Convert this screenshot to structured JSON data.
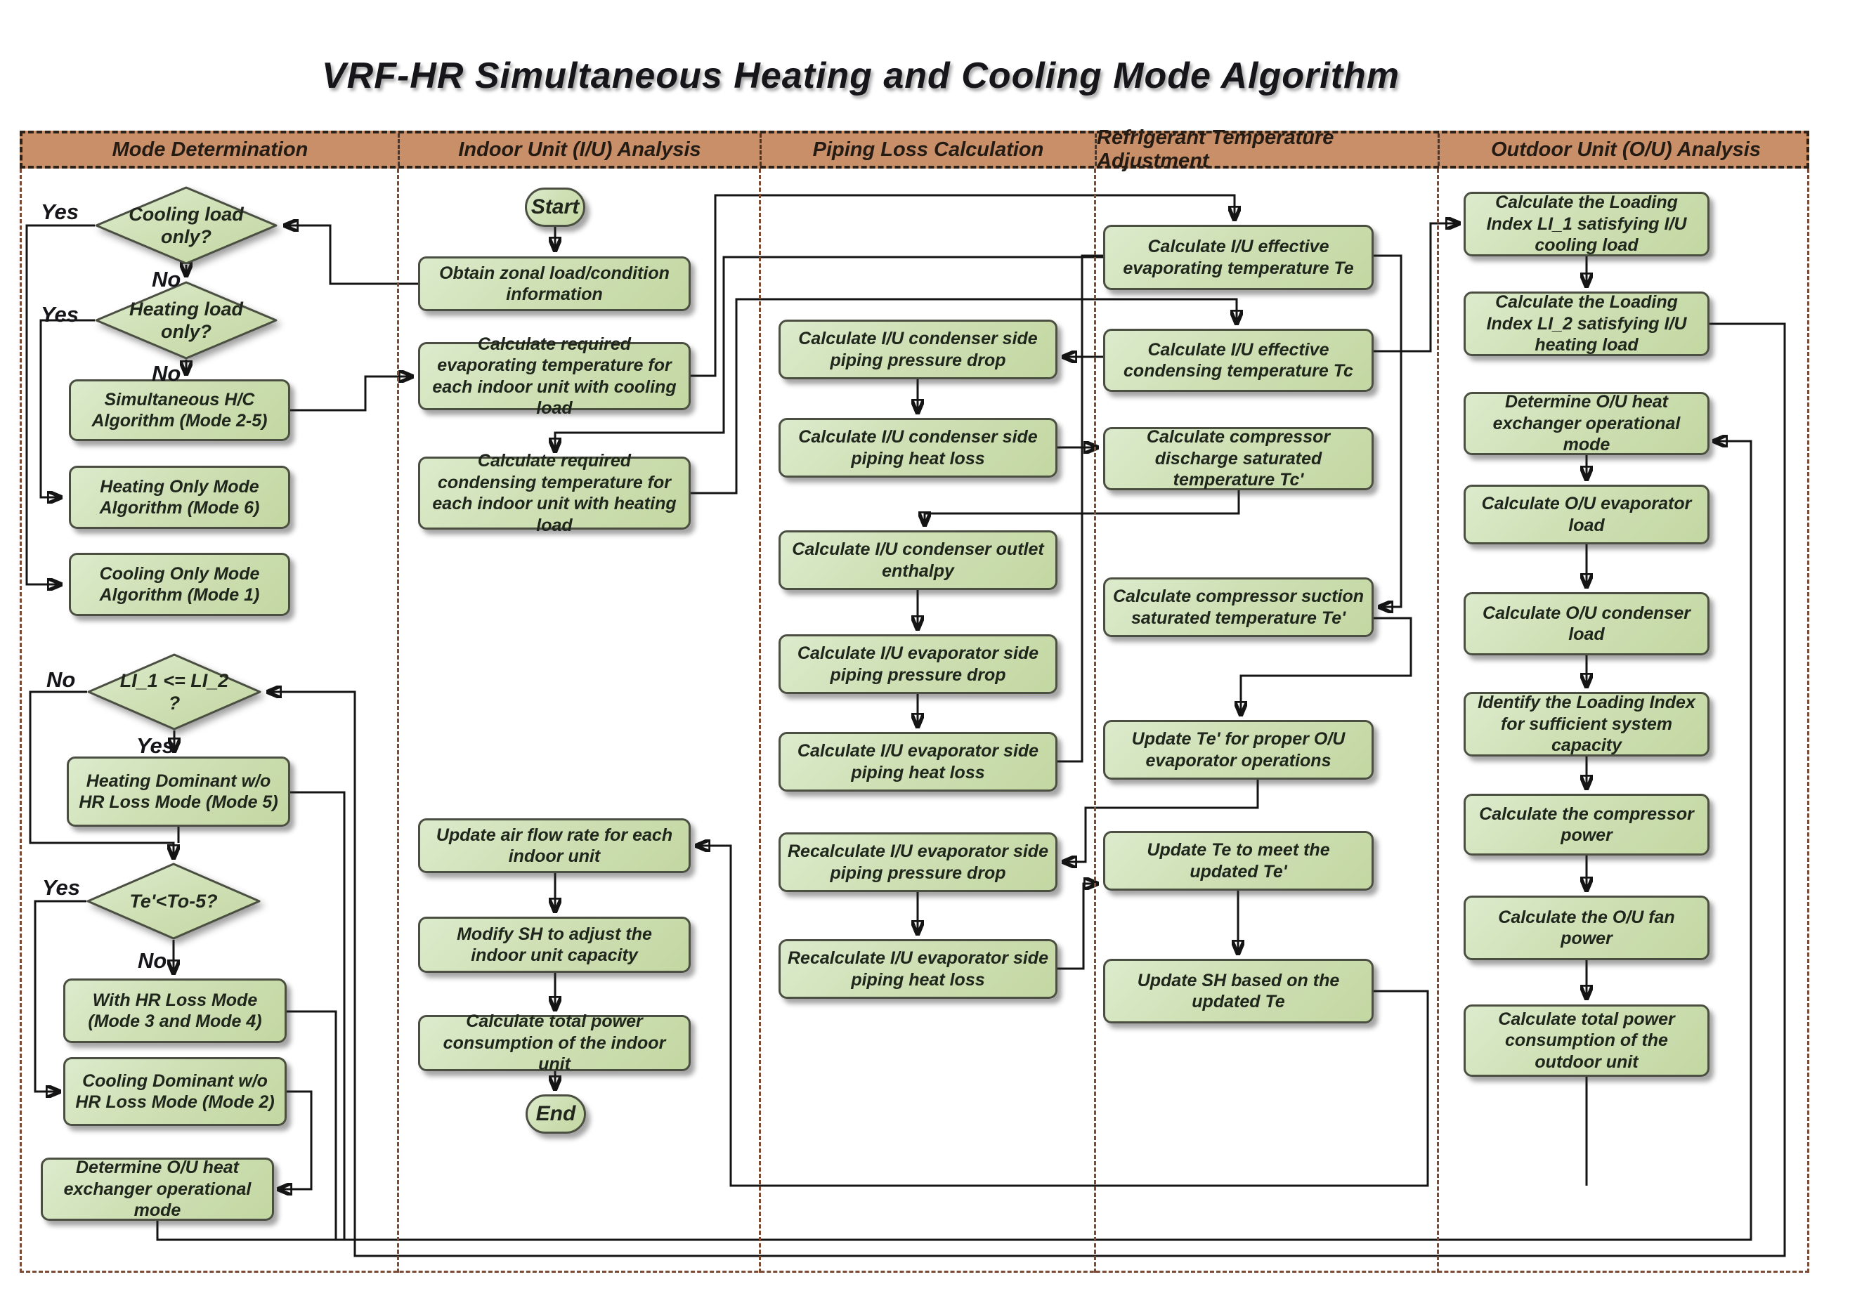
{
  "title": "VRF-HR Simultaneous Heating and Cooling Mode Algorithm",
  "lanes": [
    {
      "label": "Mode Determination"
    },
    {
      "label": "Indoor Unit (I/U) Analysis"
    },
    {
      "label": "Piping Loss Calculation"
    },
    {
      "label": "Refrigerant Temperature Adjustment"
    },
    {
      "label": "Outdoor Unit (O/U) Analysis"
    }
  ],
  "nodes": [
    {
      "id": "cooling-load-only",
      "lane": 1,
      "shape": "diamond",
      "label": "Cooling load only?"
    },
    {
      "id": "heating-load-only",
      "lane": 1,
      "shape": "diamond",
      "label": "Heating load only?"
    },
    {
      "id": "simultaneous-hc",
      "lane": 1,
      "shape": "rect",
      "label": "Simultaneous H/C Algorithm (Mode 2-5)"
    },
    {
      "id": "heating-only-mode",
      "lane": 1,
      "shape": "rect",
      "label": "Heating Only Mode Algorithm (Mode 6)"
    },
    {
      "id": "cooling-only-mode",
      "lane": 1,
      "shape": "rect",
      "label": "Cooling Only Mode Algorithm (Mode 1)"
    },
    {
      "id": "li-compare",
      "lane": 1,
      "shape": "diamond",
      "label": "LI_1 <= LI_2 ?"
    },
    {
      "id": "heating-dominant",
      "lane": 1,
      "shape": "rect",
      "label": "Heating Dominant w/o HR Loss Mode (Mode 5)"
    },
    {
      "id": "te-compare",
      "lane": 1,
      "shape": "diamond",
      "label": "Te'<To-5?"
    },
    {
      "id": "with-hr-loss",
      "lane": 1,
      "shape": "rect",
      "label": "With HR Loss Mode (Mode 3 and Mode 4)"
    },
    {
      "id": "cooling-dominant",
      "lane": 1,
      "shape": "rect",
      "label": "Cooling Dominant w/o HR Loss Mode (Mode 2)"
    },
    {
      "id": "determine-ou-hx-md",
      "lane": 1,
      "shape": "rect",
      "label": "Determine O/U heat exchanger operational mode"
    },
    {
      "id": "start",
      "lane": 2,
      "shape": "pill",
      "label": "Start"
    },
    {
      "id": "obtain-zonal",
      "lane": 2,
      "shape": "rect",
      "label": "Obtain zonal load/condition information"
    },
    {
      "id": "calc-evap-temp",
      "lane": 2,
      "shape": "rect",
      "label": "Calculate required evaporating temperature for each indoor unit with cooling load"
    },
    {
      "id": "calc-cond-temp",
      "lane": 2,
      "shape": "rect",
      "label": "Calculate required condensing temperature for each indoor unit with heating load"
    },
    {
      "id": "update-air-flow",
      "lane": 2,
      "shape": "rect",
      "label": "Update air flow rate for each indoor unit"
    },
    {
      "id": "modify-sh",
      "lane": 2,
      "shape": "rect",
      "label": "Modify SH to adjust the indoor unit capacity"
    },
    {
      "id": "calc-iu-power",
      "lane": 2,
      "shape": "rect",
      "label": "Calculate total power consumption of the indoor unit"
    },
    {
      "id": "end",
      "lane": 2,
      "shape": "pill",
      "label": "End"
    },
    {
      "id": "iu-cond-pressure-drop",
      "lane": 3,
      "shape": "rect",
      "label": "Calculate I/U condenser side piping pressure drop"
    },
    {
      "id": "iu-cond-heat-loss",
      "lane": 3,
      "shape": "rect",
      "label": "Calculate I/U condenser side piping heat loss"
    },
    {
      "id": "iu-cond-outlet-enthalpy",
      "lane": 3,
      "shape": "rect",
      "label": "Calculate I/U condenser outlet enthalpy"
    },
    {
      "id": "iu-evap-pressure-drop",
      "lane": 3,
      "shape": "rect",
      "label": "Calculate I/U evaporator side piping pressure drop"
    },
    {
      "id": "iu-evap-heat-loss",
      "lane": 3,
      "shape": "rect",
      "label": "Calculate I/U evaporator side piping heat loss"
    },
    {
      "id": "recalc-evap-pressure-drop",
      "lane": 3,
      "shape": "rect",
      "label": "Recalculate I/U evaporator side piping pressure drop"
    },
    {
      "id": "recalc-evap-heat-loss",
      "lane": 3,
      "shape": "rect",
      "label": "Recalculate I/U evaporator side piping heat loss"
    },
    {
      "id": "calc-te",
      "lane": 4,
      "shape": "rect",
      "label": "Calculate I/U effective evaporating temperature Te"
    },
    {
      "id": "calc-tc",
      "lane": 4,
      "shape": "rect",
      "label": "Calculate I/U effective condensing temperature Tc"
    },
    {
      "id": "calc-tc-prime",
      "lane": 4,
      "shape": "rect",
      "label": "Calculate compressor discharge saturated temperature Tc'"
    },
    {
      "id": "calc-te-prime",
      "lane": 4,
      "shape": "rect",
      "label": "Calculate compressor suction saturated temperature Te'"
    },
    {
      "id": "update-te-prime",
      "lane": 4,
      "shape": "rect",
      "label": "Update Te' for proper O/U evaporator operations"
    },
    {
      "id": "update-te",
      "lane": 4,
      "shape": "rect",
      "label": "Update Te to meet the updated Te'"
    },
    {
      "id": "update-sh",
      "lane": 4,
      "shape": "rect",
      "label": "Update SH based on the updated Te"
    },
    {
      "id": "calc-li1",
      "lane": 5,
      "shape": "rect",
      "label": "Calculate the Loading Index LI_1 satisfying I/U cooling load"
    },
    {
      "id": "calc-li2",
      "lane": 5,
      "shape": "rect",
      "label": "Calculate the Loading Index LI_2 satisfying I/U heating load"
    },
    {
      "id": "determine-ou-hx-ou",
      "lane": 5,
      "shape": "rect",
      "label": "Determine O/U heat exchanger operational mode"
    },
    {
      "id": "ou-evap-load",
      "lane": 5,
      "shape": "rect",
      "label": "Calculate O/U evaporator load"
    },
    {
      "id": "ou-cond-load",
      "lane": 5,
      "shape": "rect",
      "label": "Calculate O/U condenser load"
    },
    {
      "id": "identify-li",
      "lane": 5,
      "shape": "rect",
      "label": "Identify the Loading Index for sufficient system capacity"
    },
    {
      "id": "compressor-power",
      "lane": 5,
      "shape": "rect",
      "label": "Calculate the compressor power"
    },
    {
      "id": "ou-fan-power",
      "lane": 5,
      "shape": "rect",
      "label": "Calculate the O/U fan power"
    },
    {
      "id": "ou-total-power",
      "lane": 5,
      "shape": "rect",
      "label": "Calculate total power consumption of the outdoor unit"
    }
  ],
  "edge_labels": [
    {
      "id": "yes-cooling",
      "text": "Yes"
    },
    {
      "id": "no-cooling",
      "text": "No"
    },
    {
      "id": "yes-heating",
      "text": "Yes"
    },
    {
      "id": "no-heating",
      "text": "No"
    },
    {
      "id": "no-li",
      "text": "No"
    },
    {
      "id": "yes-li",
      "text": "Yes"
    },
    {
      "id": "yes-te",
      "text": "Yes"
    },
    {
      "id": "no-te",
      "text": "No"
    }
  ],
  "colors": {
    "node_fill_light": "#dcebcc",
    "node_fill_dark": "#c3d7a2",
    "node_border": "#4a4f42",
    "header_fill": "#c98f68",
    "lane_border": "#7d4a33",
    "arrow": "#141414",
    "title_text": "#15151a"
  }
}
